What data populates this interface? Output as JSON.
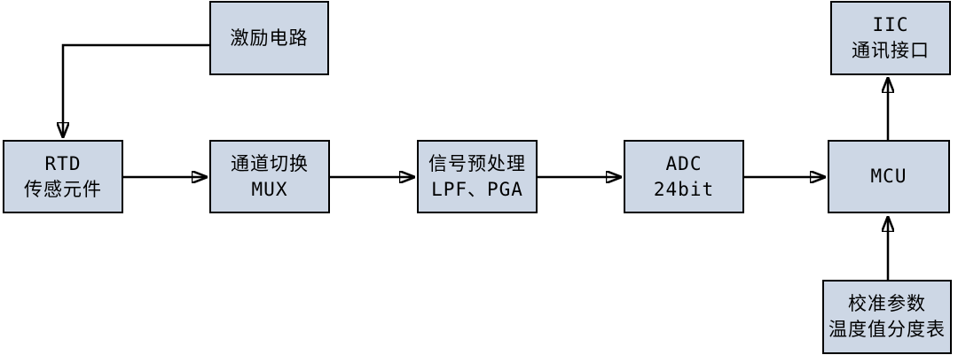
{
  "colors": {
    "background": "#ffffff",
    "box_fill": "#cdd7e5",
    "box_border": "#000000",
    "connector": "#000000"
  },
  "blocks": {
    "excitation": {
      "lines": [
        "激励电路"
      ]
    },
    "rtd": {
      "lines": [
        "RTD",
        "传感元件"
      ]
    },
    "mux": {
      "lines": [
        "通道切换",
        "MUX"
      ]
    },
    "preprocess": {
      "lines": [
        "信号预处理",
        "LPF、PGA"
      ]
    },
    "adc": {
      "lines": [
        "ADC",
        "24bit"
      ]
    },
    "mcu": {
      "lines": [
        "MCU"
      ]
    },
    "iic": {
      "lines": [
        "IIC",
        "通讯接口"
      ]
    },
    "calibration": {
      "lines": [
        "校准参数",
        "温度值分度表"
      ]
    }
  }
}
